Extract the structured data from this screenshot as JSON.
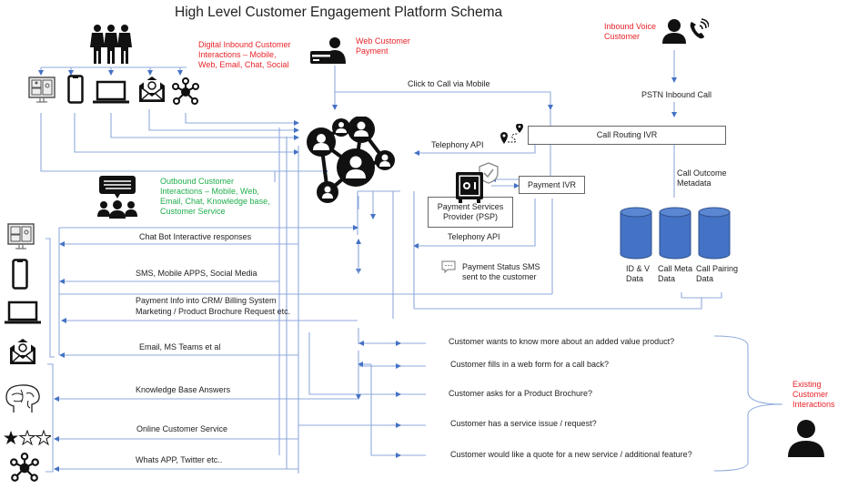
{
  "title": "High Level Customer Engagement Platform Schema",
  "colors": {
    "line": "#4472c4",
    "red_label": "#e8232a",
    "green_label": "#1fae4b",
    "database": "#4472c4"
  },
  "labels": {
    "digital_inbound": [
      "Digital Inbound Customer",
      "Interactions – Mobile,",
      "Web, Email, Chat, Social"
    ],
    "web_payment": [
      "Web Customer",
      "Payment"
    ],
    "inbound_voice": [
      "Inbound Voice",
      "Customer"
    ],
    "outbound": [
      "Outbound Customer",
      "Interactions – Mobile, Web,",
      "Email, Chat,  Knowledge base,",
      "Customer Service"
    ],
    "existing": [
      "Existing",
      "Customer",
      "Interactions"
    ],
    "click_to_call": "Click to Call via Mobile",
    "pstn": "PSTN Inbound Call",
    "telephony_api_top": "Telephony API",
    "telephony_api_bottom": "Telephony API",
    "call_outcome": [
      "Call Outcome",
      "Metadata"
    ],
    "payment_sms": [
      "Payment Status SMS",
      "sent to the customer"
    ]
  },
  "boxes": {
    "call_routing_ivr": "Call Routing IVR",
    "payment_ivr": "Payment IVR",
    "psp": [
      "Payment Services",
      "Provider (PSP)"
    ]
  },
  "databases": [
    {
      "name": "id-v-data",
      "label": [
        "ID & V",
        "Data"
      ]
    },
    {
      "name": "call-meta-data",
      "label": [
        "Call Meta",
        "Data"
      ]
    },
    {
      "name": "call-pairing-data",
      "label": [
        "Call Pairing",
        "Data"
      ]
    }
  ],
  "outbound_flows": [
    "Chat Bot Interactive responses",
    "SMS, Mobile APPS, Social Media",
    "Payment Info into CRM/ Billing System",
    "Marketing / Product Brochure Request etc.",
    "Email, MS Teams et al",
    "Knowledge Base Answers",
    "Online Customer Service",
    "Whats APP, Twitter etc.."
  ],
  "customer_questions": [
    "Customer wants to know more about an added value product?",
    "Customer fills in a web form for a call back?",
    "Customer  asks for a Product Brochure?",
    "Customer  has a service issue / request?",
    "Customer would like a quote for a new service / additional feature?"
  ],
  "inbound_channel_icons": [
    "video-conference-icon",
    "mobile-phone-icon",
    "laptop-icon",
    "email-icon",
    "social-network-icon"
  ],
  "outbound_channel_icons": [
    "video-conference-icon",
    "mobile-phone-icon",
    "laptop-icon",
    "email-icon",
    "brain-icon",
    "star-rating-icon",
    "social-network-icon"
  ]
}
